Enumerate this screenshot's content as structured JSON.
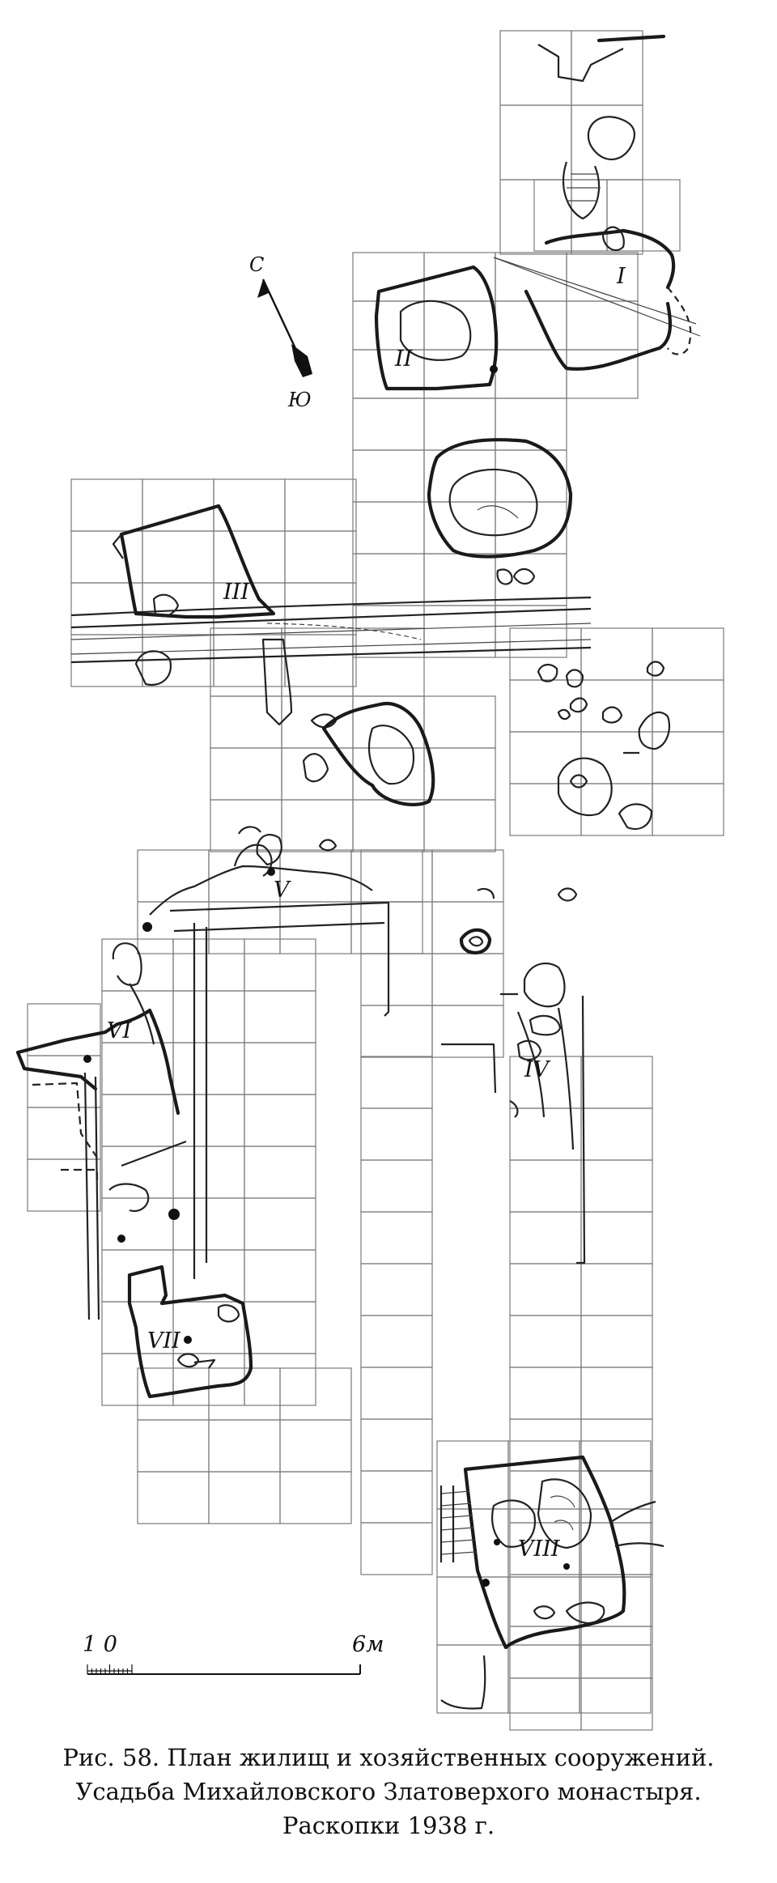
{
  "compass": {
    "north": "С",
    "south": "Ю"
  },
  "dwellings": [
    {
      "id": "I",
      "label": "I"
    },
    {
      "id": "II",
      "label": "II"
    },
    {
      "id": "III",
      "label": "III"
    },
    {
      "id": "IV",
      "label": "IV"
    },
    {
      "id": "V",
      "label": "V"
    },
    {
      "id": "VI",
      "label": "VI"
    },
    {
      "id": "VII",
      "label": "VII"
    },
    {
      "id": "VIII",
      "label": "VIII"
    }
  ],
  "scale": {
    "start": "1 0",
    "end": "6м"
  },
  "caption": {
    "line1": "Рис. 58. План жилищ и хозяйственных сооружений.",
    "line2": "Усадьба Михайловского Златоверхого монастыря.",
    "line3": "Раскопки 1938 г."
  }
}
